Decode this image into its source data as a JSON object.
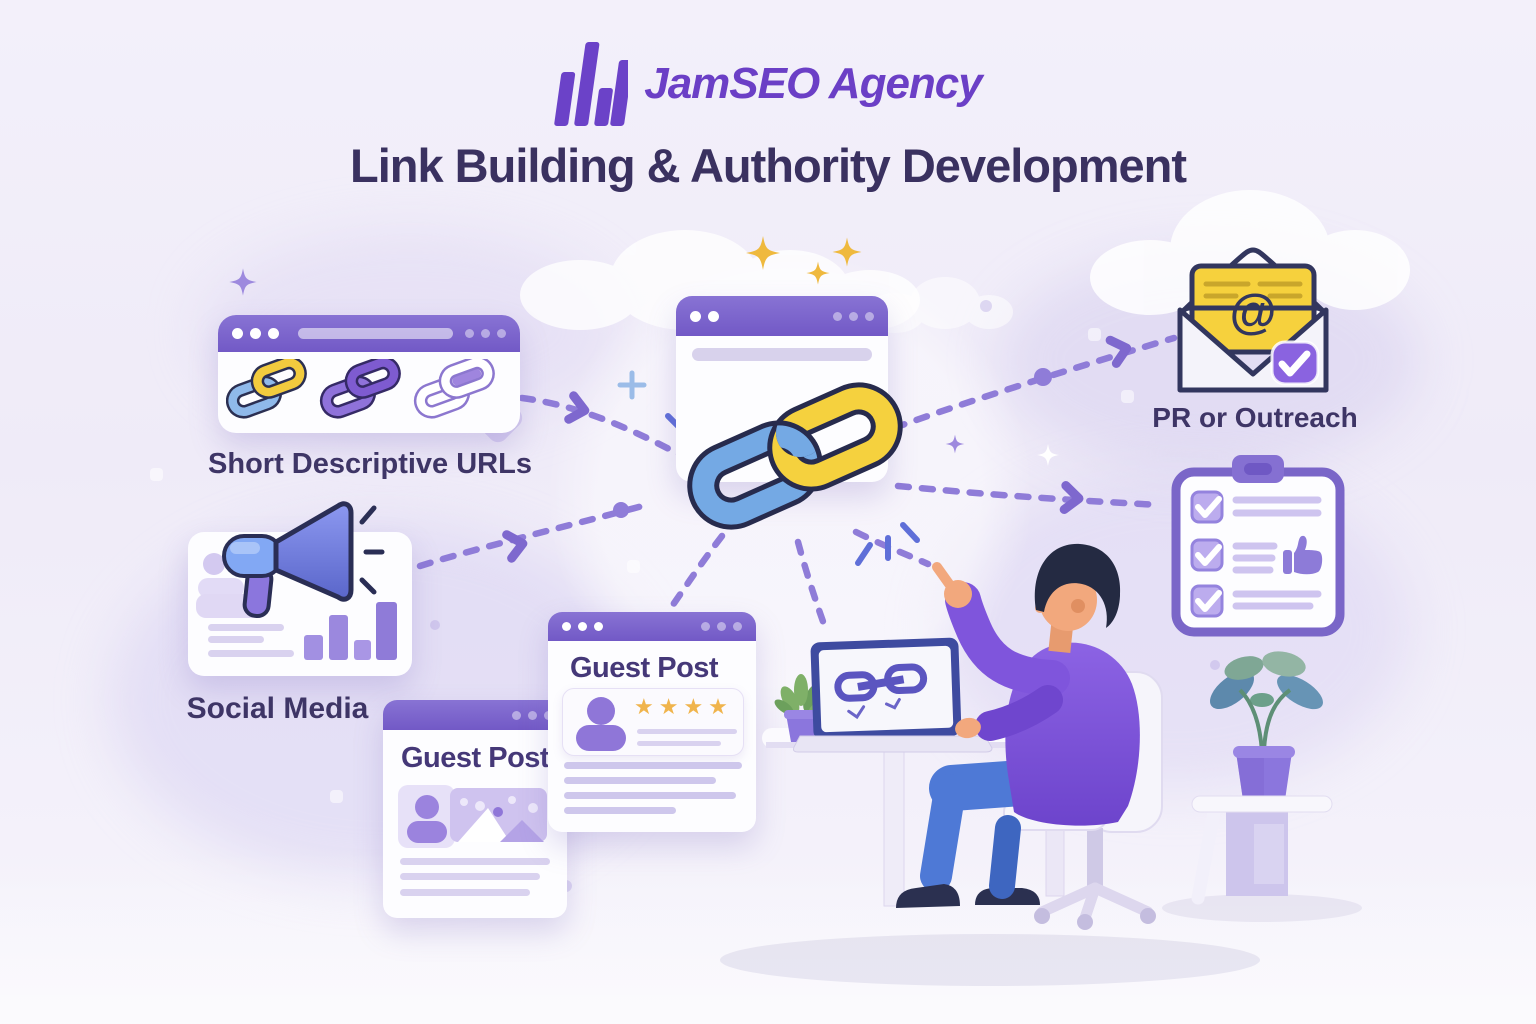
{
  "header": {
    "logo_text": "JamSEO Agency",
    "title": "Link Building & Authority Development"
  },
  "cards": {
    "short_urls": {
      "label": "Short Descriptive URLs"
    },
    "social_media": {
      "label": "Social Media"
    },
    "guest_post_left": {
      "title": "Guest Post"
    },
    "guest_post_right": {
      "title": "Guest Post",
      "stars_text": "★★★★"
    },
    "pr_outreach": {
      "label": "PR or Outreach",
      "at_symbol": "@"
    }
  },
  "colors": {
    "brand_purple": "#6B3FC6",
    "browser_bar_purple": "#7A63CA",
    "title_text": "#3A3160",
    "label_text": "#3E3566",
    "chain_blue": "#74A9E4",
    "chain_yellow": "#F5D13E",
    "gold_star": "#F0B44C",
    "dashed_line": "#8F7CD8",
    "background": "#F1EDF8"
  }
}
